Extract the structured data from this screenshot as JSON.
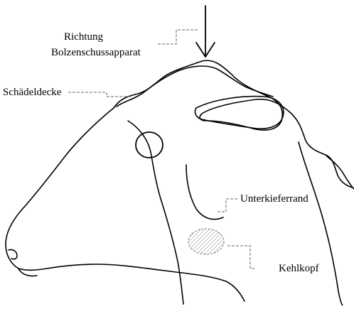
{
  "labels": {
    "richtung_line1": "Richtung",
    "richtung_line2": "Bolzenschussapparat",
    "schaedeldecke": "Schädeldecke",
    "unterkieferrand": "Unterkieferrand",
    "kehlkopf": "Kehlkopf"
  },
  "colors": {
    "ink": "#000000",
    "leader": "#666666",
    "hatch": "#888888",
    "background": "#ffffff"
  },
  "icons": {
    "direction": "down-arrow"
  }
}
